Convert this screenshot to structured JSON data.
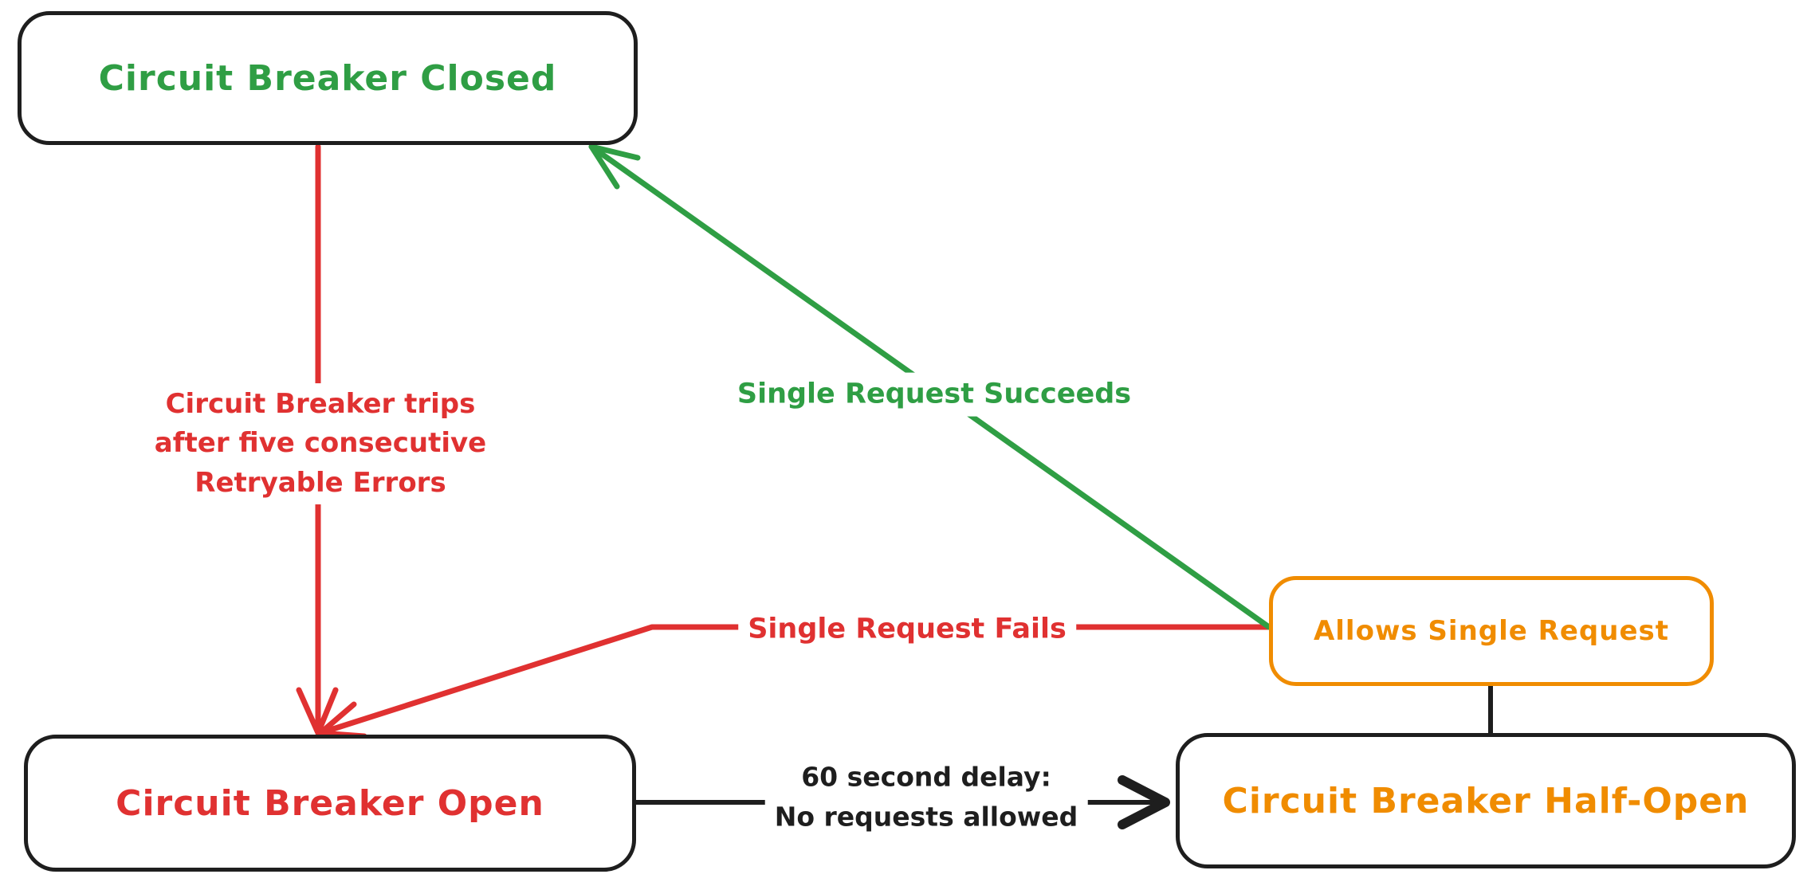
{
  "diagram": {
    "nodes": {
      "closed": {
        "label": "Circuit Breaker Closed",
        "color": "#2f9e44"
      },
      "open": {
        "label": "Circuit Breaker Open",
        "color": "#e03131"
      },
      "half_open": {
        "label": "Circuit Breaker Half-Open",
        "color": "#f08c00"
      },
      "allows": {
        "label": "Allows Single Request",
        "color": "#f08c00"
      }
    },
    "edges": {
      "trip": {
        "label": "Circuit Breaker trips\nafter five consecutive\nRetryable Errors",
        "color": "#e03131",
        "from": "closed",
        "to": "open"
      },
      "succeeds": {
        "label": "Single Request Succeeds",
        "color": "#2f9e44",
        "from": "allows",
        "to": "closed"
      },
      "fails": {
        "label": "Single Request Fails",
        "color": "#e03131",
        "from": "allows",
        "to": "open"
      },
      "delay": {
        "label": "60 second delay:\nNo requests allowed",
        "color": "#1e1e1e",
        "from": "open",
        "to": "half_open"
      },
      "allows_link": {
        "label": "",
        "color": "#1e1e1e",
        "from": "allows",
        "to": "half_open"
      }
    }
  },
  "colors": {
    "green": "#2f9e44",
    "red": "#e03131",
    "orange": "#f08c00",
    "ink": "#1e1e1e",
    "background": "#ffffff"
  }
}
